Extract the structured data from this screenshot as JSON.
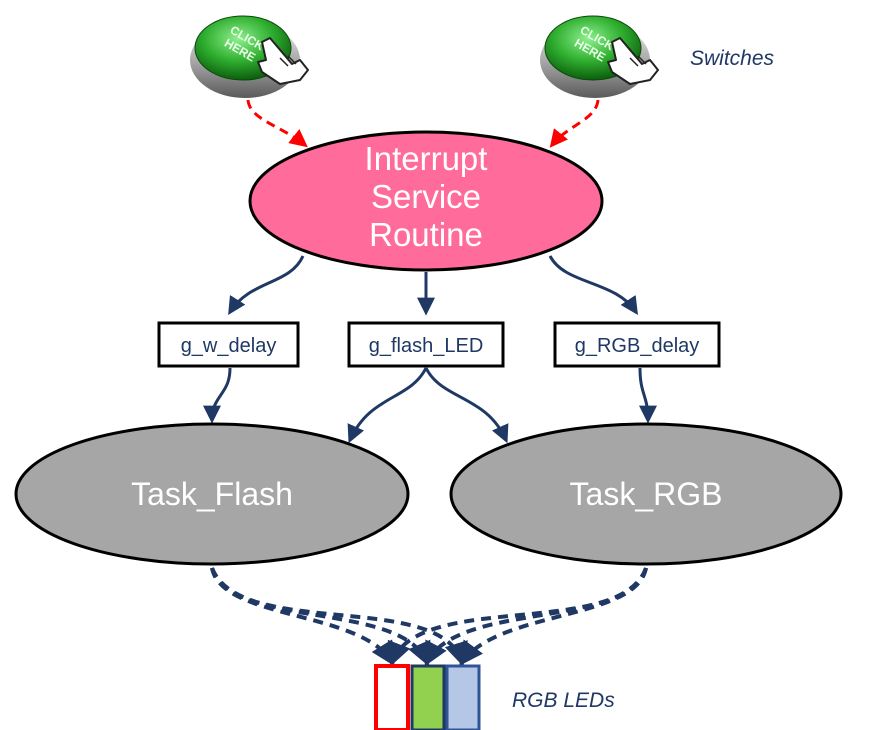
{
  "switches": {
    "label": "Switches",
    "button_text_line1": "CLICK",
    "button_text_line2": "HERE"
  },
  "isr": {
    "line1": "Interrupt",
    "line2": "Service",
    "line3": "Routine",
    "color": "#ff6b9a"
  },
  "variables": [
    {
      "label": "g_w_delay"
    },
    {
      "label": "g_flash_LED"
    },
    {
      "label": "g_RGB_delay"
    }
  ],
  "tasks": [
    {
      "label": "Task_Flash"
    },
    {
      "label": "Task_RGB"
    }
  ],
  "leds": {
    "label": "RGB LEDs",
    "colors": [
      "#ff0000",
      "#92d050",
      "#b4c7e7"
    ]
  },
  "colors": {
    "arrow_dark": "#1f3864",
    "arrow_red": "#ff0000",
    "task_fill": "#a6a6a6",
    "button_green": "#2fae2f"
  }
}
